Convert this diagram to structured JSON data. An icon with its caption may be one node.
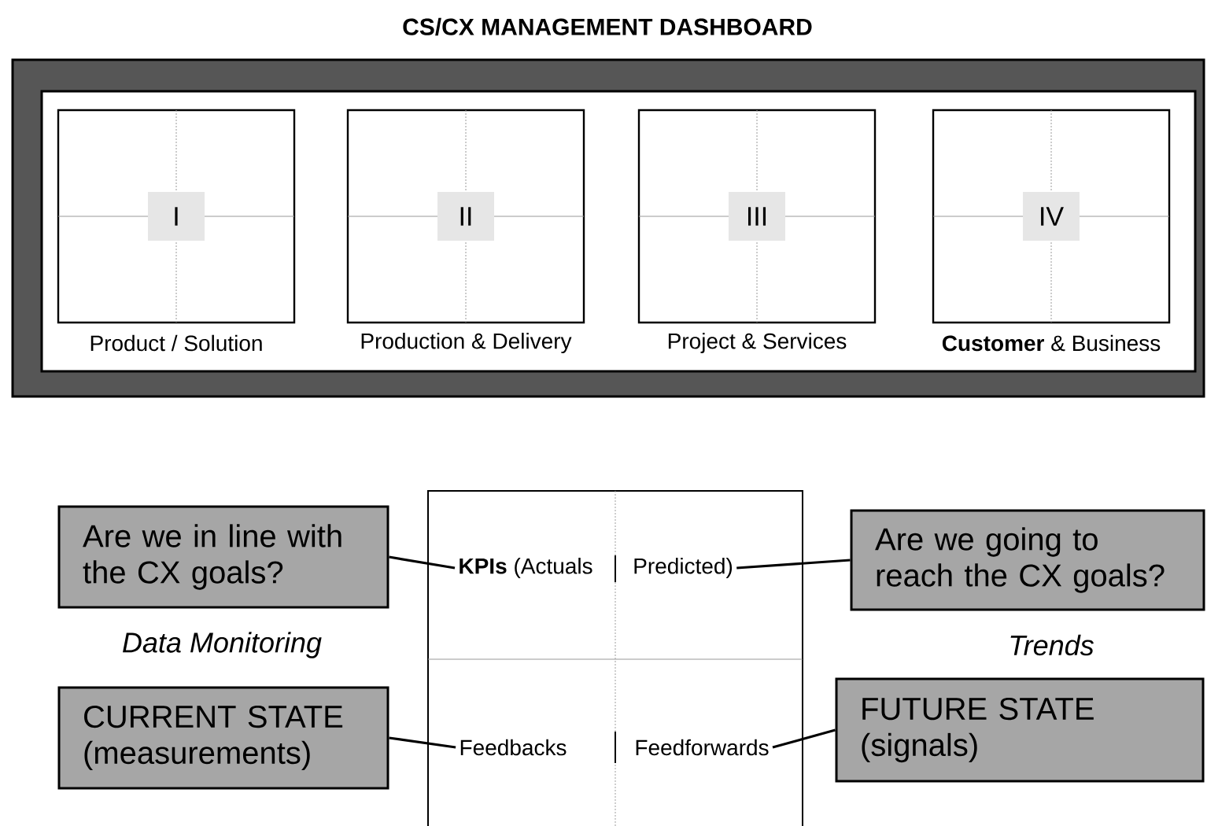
{
  "diagram": {
    "title": "CS/CX MANAGEMENT DASHBOARD",
    "nodes": [
      {
        "text": [],
        "shape": "box"
      },
      {
        "text": [
          "I",
          "Product / Solution"
        ],
        "in": 0
      },
      {
        "text": [
          "II",
          "Production & Delivery"
        ],
        "in": 0
      },
      {
        "text": [
          "III",
          "Project & Services"
        ],
        "in": 0
      },
      {
        "text": [
          "IV",
          "**Customer** & Business"
        ],
        "in": 0
      },
      {
        "text": [
          "Are we in line with the CX goals?"
        ]
      },
      {
        "text": [],
        "shape": "box"
      },
      {
        "text": [
          "**KPIs** (Actuals"
        ],
        "in": 6
      },
      {
        "text": [
          "Predicted)"
        ],
        "in": 6
      },
      {
        "text": [
          "Are we going to reach the CX goals?"
        ]
      },
      {
        "text": [
          "CURRENT STATE (measurements)"
        ]
      },
      {
        "text": [
          "Feedbacks"
        ],
        "in": 6
      },
      {
        "text": [
          "Feedforwards"
        ],
        "in": 6
      },
      {
        "text": [
          "FUTURE STATE (signals)"
        ]
      }
    ],
    "edges": [
      {
        "from": 5,
        "to": 7,
        "arrow": "none"
      },
      {
        "from": 8,
        "to": 9,
        "arrow": "none"
      },
      {
        "from": 10,
        "to": 11,
        "arrow": "none"
      },
      {
        "from": 12,
        "to": 13,
        "arrow": "none"
      }
    ],
    "labels": [
      "Data Monitoring",
      "Trends"
    ]
  }
}
